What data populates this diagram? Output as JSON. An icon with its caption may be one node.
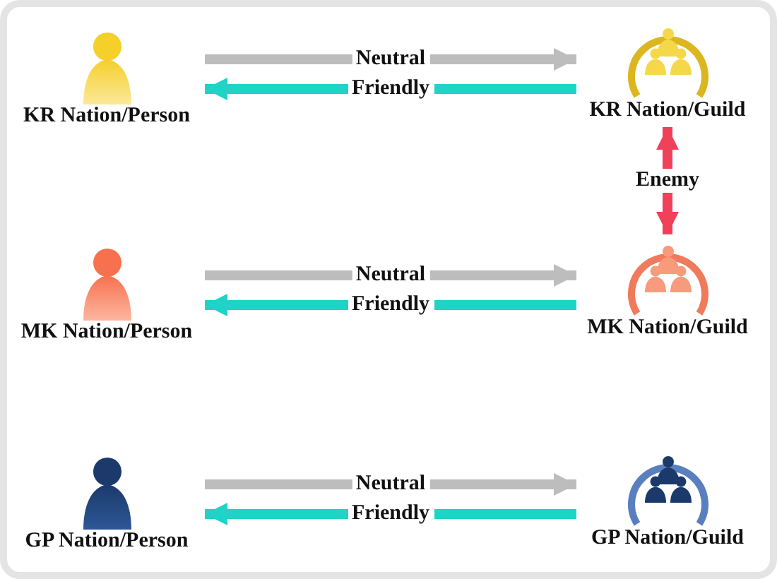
{
  "diagram": {
    "nodes": [
      {
        "text": [
          "KR Nation/Person"
        ]
      },
      {
        "text": [
          "KR Nation/Guild"
        ]
      },
      {
        "text": [
          "MK Nation/Person"
        ]
      },
      {
        "text": [
          "MK Nation/Guild"
        ]
      },
      {
        "text": [
          "GP Nation/Person"
        ]
      },
      {
        "text": [
          "GP Nation/Guild"
        ]
      }
    ],
    "edges": [
      {
        "from": 0,
        "to": 1,
        "arrow": "to",
        "label": "Neutral",
        "color": "#bdbdbd"
      },
      {
        "from": 1,
        "to": 0,
        "arrow": "to",
        "label": "Friendly",
        "color": "#1fd3c6"
      },
      {
        "from": 1,
        "to": 3,
        "arrow": "both",
        "label": "Enemy",
        "color": "#f0405a"
      },
      {
        "from": 2,
        "to": 3,
        "arrow": "to",
        "label": "Neutral",
        "color": "#bdbdbd"
      },
      {
        "from": 3,
        "to": 2,
        "arrow": "to",
        "label": "Friendly",
        "color": "#1fd3c6"
      },
      {
        "from": 4,
        "to": 5,
        "arrow": "to",
        "label": "Neutral",
        "color": "#bdbdbd"
      },
      {
        "from": 5,
        "to": 4,
        "arrow": "to",
        "label": "Friendly",
        "color": "#1fd3c6"
      }
    ]
  }
}
